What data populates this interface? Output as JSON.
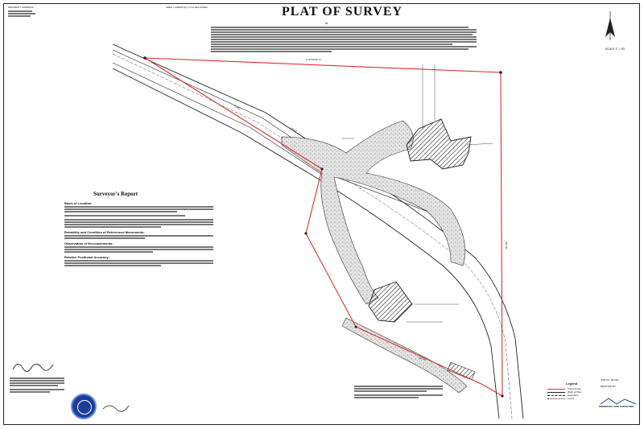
{
  "header": {
    "title": "PLAT OF SURVEY",
    "title_of": "of"
  },
  "topleft": {
    "property_address_label": "PROPERTY ADDRESS",
    "area_line": "AREA = 000000 SQ. FT./0.000 ACRES"
  },
  "report": {
    "heading": "Surveyor's Report",
    "sections": [
      "Basis of Location:",
      "Reliability and Condition of Referenced Monuments:",
      "Observation of Encroachments:",
      "Relative Positional Accuracy:"
    ]
  },
  "scale": {
    "label": "SCALE 1\" = 50'"
  },
  "legend": {
    "title": "Legend",
    "items": [
      "Property line",
      "Right of Way",
      "Easement",
      "Fence"
    ]
  },
  "job": {
    "job_no": "JOB NO. 00-000",
    "drafted_by": "DRAFTED BY:"
  },
  "company": {
    "name": "SHERIDAN LAND SURVEYING"
  },
  "colors": {
    "property_line": "#d9322e",
    "hatch": "#333333",
    "seal": "#1b3e9a"
  }
}
